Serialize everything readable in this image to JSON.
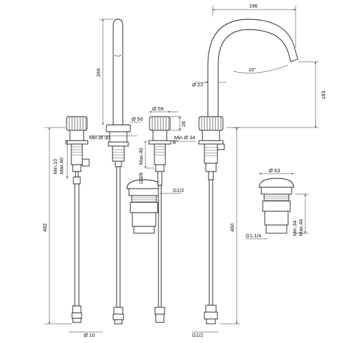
{
  "dimensions": {
    "d196": "196",
    "d10deg": "10°",
    "d183": "183",
    "d269": "269",
    "d22": "Ø 22",
    "d56": "Ø 56",
    "d30": "Min Ø 30",
    "d59": "Ø 59",
    "d28": "28",
    "d34": "Min Ø 34",
    "d8": "8",
    "d40": "Max.40",
    "d38": "G3/8",
    "d12a": "G1/2",
    "d63": "Ø 63",
    "dmin34": "Min.34",
    "dmax44": "Max.44",
    "d114": "G1.1/4",
    "dmin10": "Min.10",
    "dmax60": "Max.60",
    "d482": "482",
    "d460": "460",
    "d10": "Ø 10",
    "d12b": "G1/2"
  }
}
